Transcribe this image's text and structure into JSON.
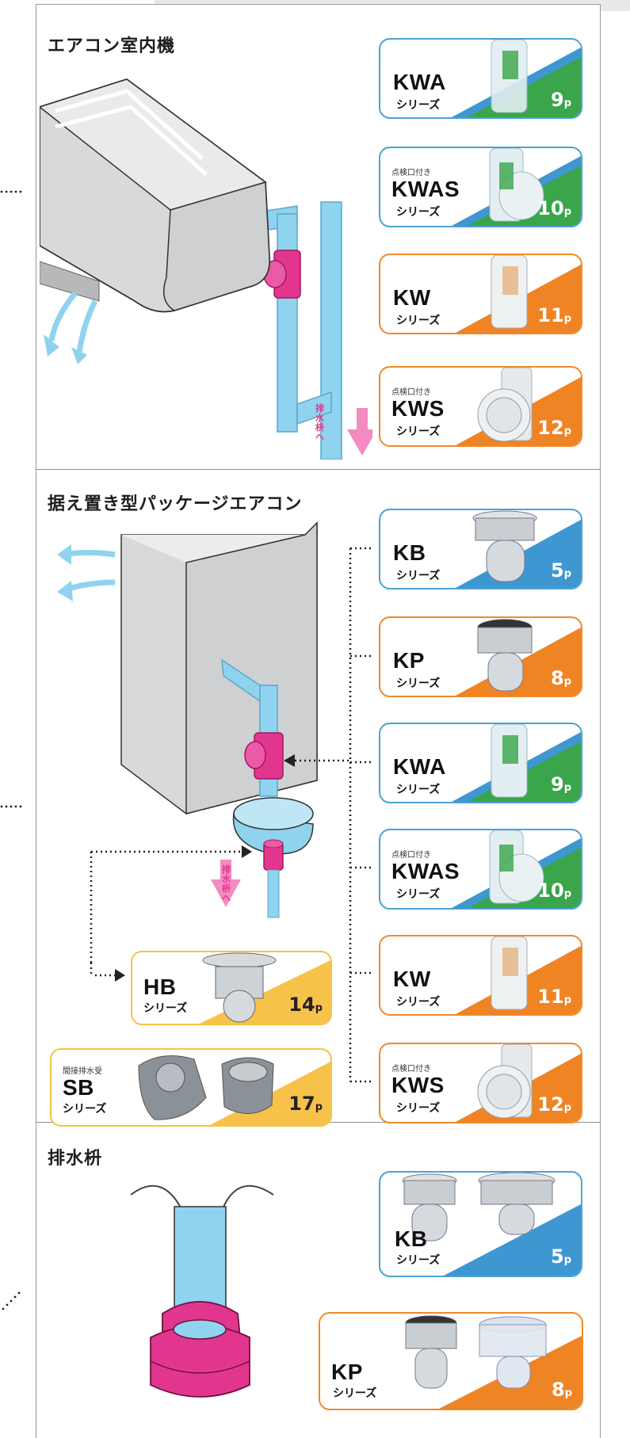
{
  "sections": [
    {
      "title": "エアコン室内機"
    },
    {
      "title": "据え置き型パッケージエアコン"
    },
    {
      "title": "排水枡"
    }
  ],
  "drain_label": "排水枡へ",
  "cards": {
    "s1": [
      {
        "tag": "",
        "name": "KWA",
        "sub": "シリーズ",
        "page": "9",
        "unit": "p"
      },
      {
        "tag": "点検口付き",
        "name": "KWAS",
        "sub": "シリーズ",
        "page": "10",
        "unit": "p"
      },
      {
        "tag": "",
        "name": "KW",
        "sub": "シリーズ",
        "page": "11",
        "unit": "p"
      },
      {
        "tag": "点検口付き",
        "name": "KWS",
        "sub": "シリーズ",
        "page": "12",
        "unit": "p"
      }
    ],
    "s2": [
      {
        "tag": "",
        "name": "KB",
        "sub": "シリーズ",
        "page": "5",
        "unit": "p"
      },
      {
        "tag": "",
        "name": "KP",
        "sub": "シリーズ",
        "page": "8",
        "unit": "p"
      },
      {
        "tag": "",
        "name": "KWA",
        "sub": "シリーズ",
        "page": "9",
        "unit": "p"
      },
      {
        "tag": "点検口付き",
        "name": "KWAS",
        "sub": "シリーズ",
        "page": "10",
        "unit": "p"
      },
      {
        "tag": "",
        "name": "KW",
        "sub": "シリーズ",
        "page": "11",
        "unit": "p"
      },
      {
        "tag": "点検口付き",
        "name": "KWS",
        "sub": "シリーズ",
        "page": "12",
        "unit": "p"
      }
    ],
    "s2left": [
      {
        "tag": "",
        "name": "HB",
        "sub": "シリーズ",
        "page": "14",
        "unit": "p"
      },
      {
        "tag": "間接排水受",
        "name": "SB",
        "sub": "シリーズ",
        "page": "17",
        "unit": "p"
      }
    ],
    "s3": [
      {
        "tag": "",
        "name": "KB",
        "sub": "シリーズ",
        "page": "5",
        "unit": "p"
      },
      {
        "tag": "",
        "name": "KP",
        "sub": "シリーズ",
        "page": "8",
        "unit": "p"
      }
    ]
  },
  "colors": {
    "blue": "#3f97d2",
    "green": "#3aa54a",
    "orange": "#ef8424",
    "yellow": "#f7c24a",
    "pink": "#e2368e",
    "pipe": "#8fd3ef"
  }
}
